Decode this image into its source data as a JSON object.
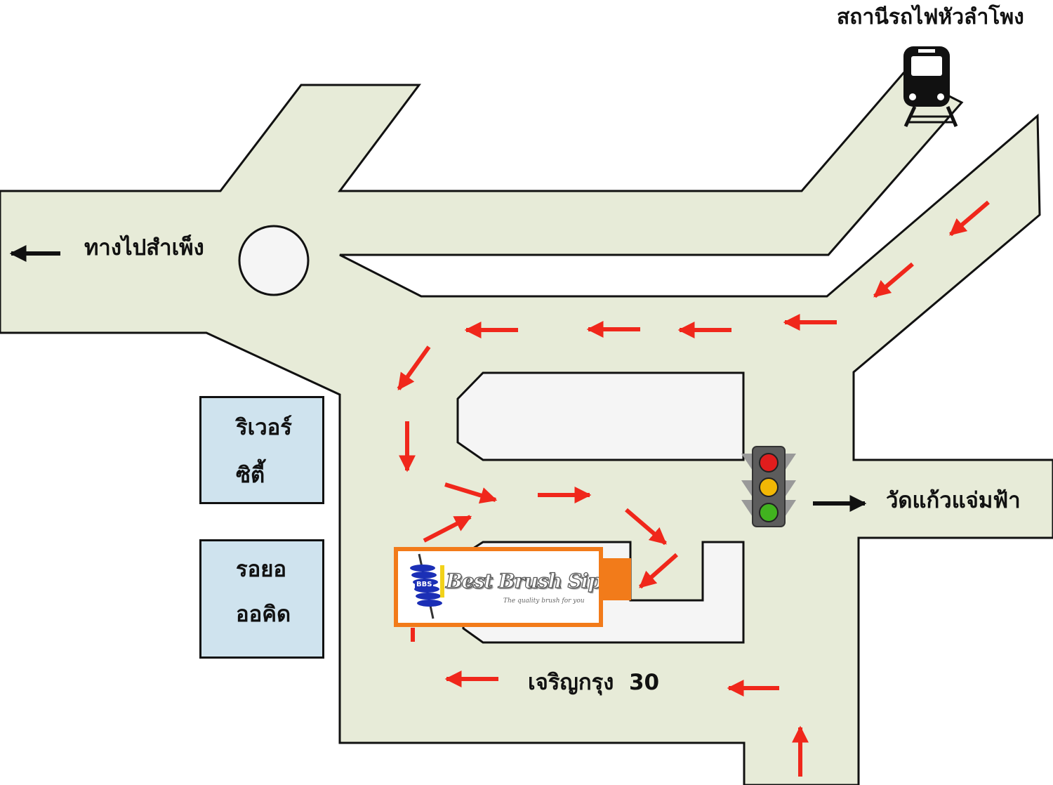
{
  "map": {
    "labels": {
      "train_station": "สถานีรถไฟหัวลำโพง",
      "to_sampeng": "ทางไปสำเพ็ง",
      "river_city_line1": "ริเวอร์",
      "river_city_line2": "ซิตี้",
      "royal_orchid_line1": "รอยอ",
      "royal_orchid_line2": "ออคิด",
      "wat_kaew": "วัดแก้วแจ่มฟ้า",
      "road_name": "เจริญกรุง  30"
    },
    "logo": {
      "title": "Best Brush Siphaya",
      "tagline": "The quality brush for you",
      "badge": "BBS"
    },
    "icons": {
      "train": "train-icon",
      "traffic_light": "traffic-light-icon",
      "roundabout": "roundabout-circle",
      "direction_arrow": "black-arrow-icon",
      "route_arrow": "red-arrow-icon"
    },
    "colors": {
      "road": "#e7ebd8",
      "road_outline": "#111111",
      "building": "#cfe3ee",
      "inner_block": "#f5f5f5",
      "route_arrow": "#f0271b",
      "logo_border": "#f27b1a",
      "logo_brush": "#1b2fb6"
    }
  }
}
